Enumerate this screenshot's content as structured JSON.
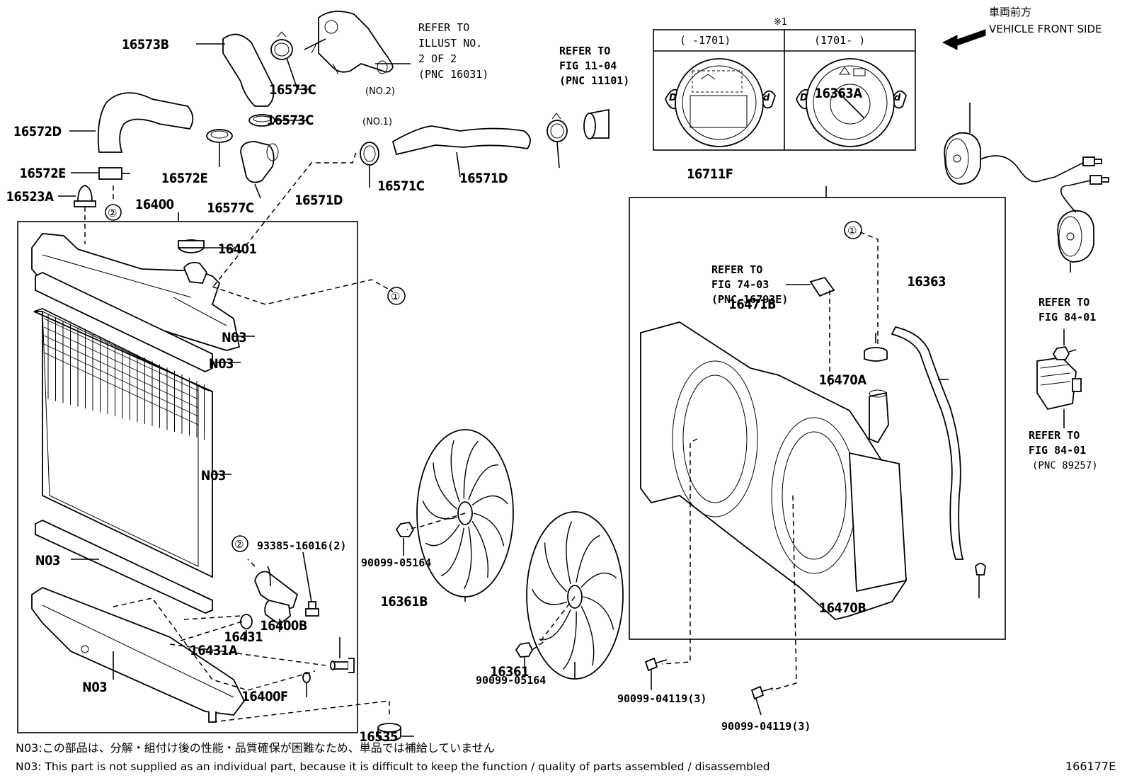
{
  "labels": {
    "p16573B": "16573B",
    "p16573C_2": "16573C",
    "p16573C_2_note": "(NO.2)",
    "p16573C_1": "16573C",
    "p16573C_1_note": "(NO.1)",
    "p16572D": "16572D",
    "p16572E_a": "16572E",
    "p16572E_b": "16572E",
    "p16523A": "16523A",
    "p16400": "16400",
    "p16577C": "16577C",
    "p16571D_a": "16571D",
    "p16571C": "16571C",
    "p16571D_b": "16571D",
    "p16401": "16401",
    "p16401_mark": "※1",
    "n03_1": "N03",
    "n03_2": "N03",
    "n03_3": "N03",
    "n03_4": "N03",
    "n03_5": "N03",
    "p93385": "93385-16016(2)",
    "p16431": "16431",
    "p16431A": "16431A",
    "p16400B": "16400B",
    "p16400F": "16400F",
    "p16535": "16535",
    "p90099_05164_a": "90099-05164",
    "p90099_05164_b": "90099-05164",
    "p16361B": "16361B",
    "p16361": "16361",
    "p16711F": "16711F",
    "p16471B": "16471B",
    "p16470A": "16470A",
    "p16470B": "16470B",
    "p90099_04119_a": "90099-04119(3)",
    "p90099_04119_b": "90099-04119(3)",
    "p16363A": "16363A",
    "p16363": "16363",
    "circle1": "①",
    "circle2": "②"
  },
  "references": {
    "illust": [
      "REFER TO",
      "ILLUST NO.",
      "2 OF 2",
      "(PNC 16031)"
    ],
    "fig1104": [
      "REFER TO",
      "FIG 11-04",
      "(PNC 11101)"
    ],
    "fig7403": [
      "REFER TO",
      "FIG 74-03",
      "(PNC 16793E)"
    ],
    "fig8401_top": [
      "REFER TO",
      "FIG 84-01"
    ],
    "fig8401_bottom": [
      "REFER TO",
      "FIG 84-01",
      "(PNC 89257)"
    ]
  },
  "variant_table": {
    "mark": "※1",
    "col1": "(   -1701)",
    "col2": "(1701-      )"
  },
  "front": {
    "jp": "車両前方",
    "en": "VEHICLE FRONT SIDE"
  },
  "notes": {
    "jp": "N03:この部品は、分解・組付け後の性能・品質確保が困難なため、単品では補給していません",
    "en": "N03: This part is not supplied as an individual part, because it is difficult to keep the function / quality of parts assembled / disassembled"
  },
  "figure_id": "166177E"
}
